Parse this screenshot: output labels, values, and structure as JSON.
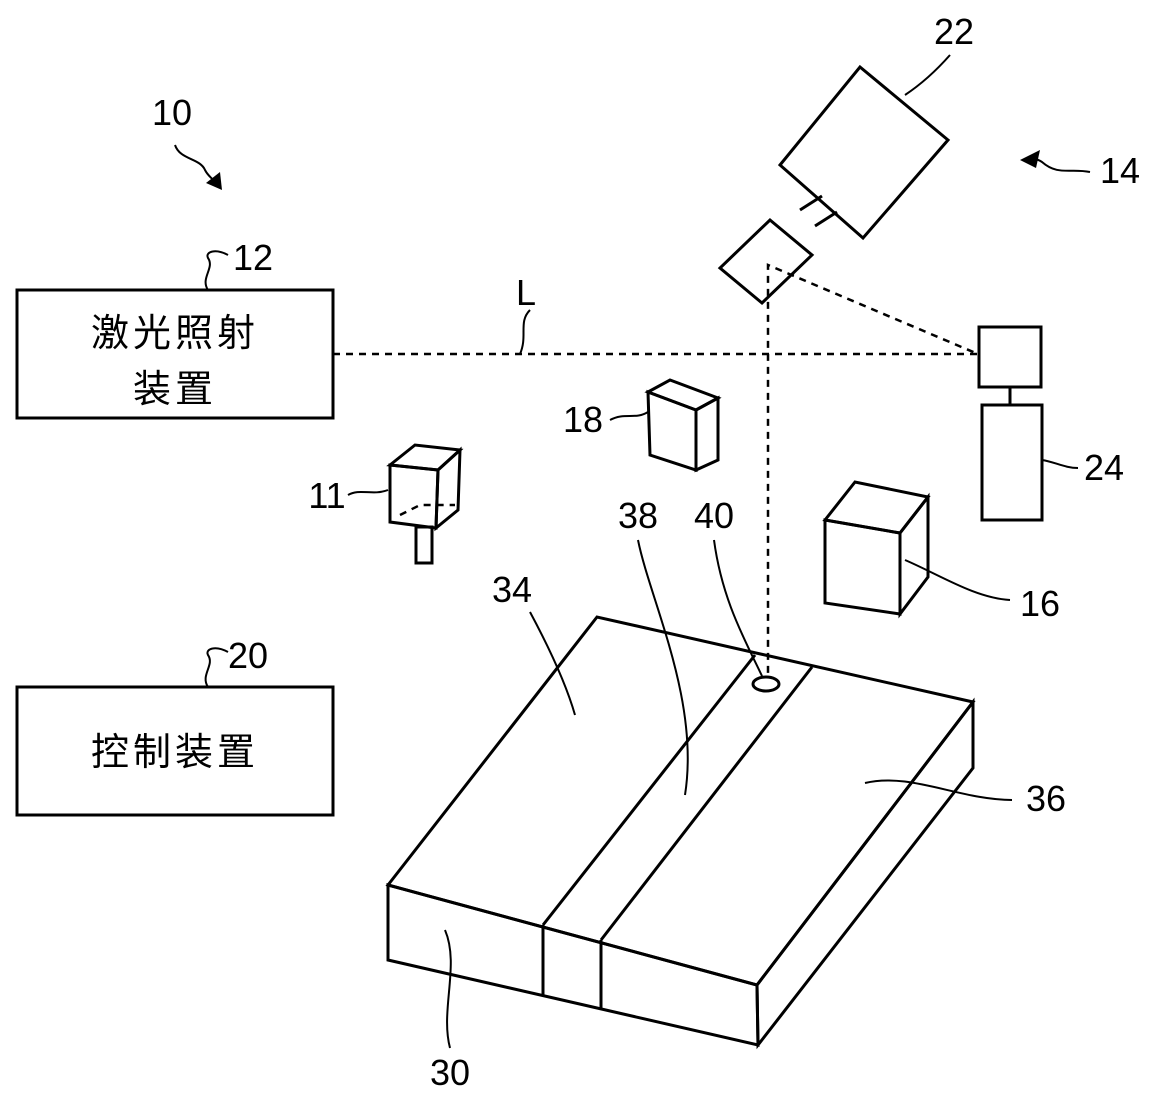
{
  "boxes": {
    "laser_line1": "激光照射",
    "laser_line2": "装置",
    "control": "控制装置"
  },
  "labels": {
    "system": "10",
    "laser_device": "12",
    "head_assembly": "14",
    "camera_22": "22",
    "unit_24": "24",
    "block_18": "18",
    "sensor_11": "11",
    "block_16": "16",
    "control_device": "20",
    "workpiece_base": "30",
    "plate_34": "34",
    "plate_36": "36",
    "seam_38": "38",
    "spot_40": "40",
    "beam": "L"
  }
}
